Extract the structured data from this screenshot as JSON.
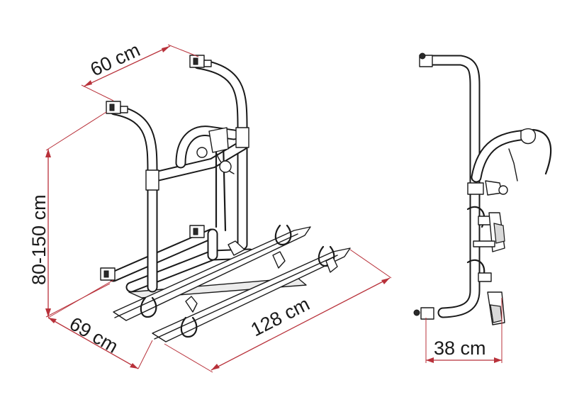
{
  "dimensions": {
    "width_top": "60 cm",
    "height": "80-150 cm",
    "depth": "69 cm",
    "length": "128 cm",
    "side_depth": "38 cm"
  },
  "colors": {
    "dimension_line": "#b8313a",
    "drawing_line": "#1a1a1a",
    "background": "#ffffff"
  }
}
